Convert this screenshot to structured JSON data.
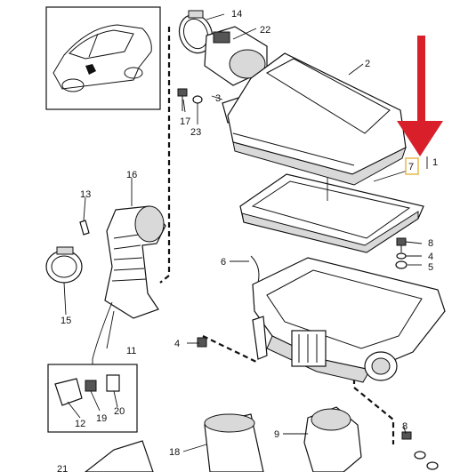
{
  "callouts": {
    "c1": "1",
    "c2": "2",
    "c3": "3",
    "c4a": "4",
    "c4b": "4",
    "c5": "5",
    "c6": "6",
    "c7": "7",
    "c8a": "8",
    "c8b": "8",
    "c9": "9",
    "c11": "11",
    "c12": "12",
    "c13": "13",
    "c14": "14",
    "c15": "15",
    "c16": "16",
    "c17": "17",
    "c18": "18",
    "c19": "19",
    "c20": "20",
    "c22": "22",
    "c23": "23",
    "c21": "21"
  },
  "colors": {
    "arrow": "#d9202a",
    "highlight_box": "#e6b84a",
    "line": "#111111"
  },
  "icons": {
    "locator": "car-locator-icon",
    "pointer": "red-down-arrow-icon"
  }
}
